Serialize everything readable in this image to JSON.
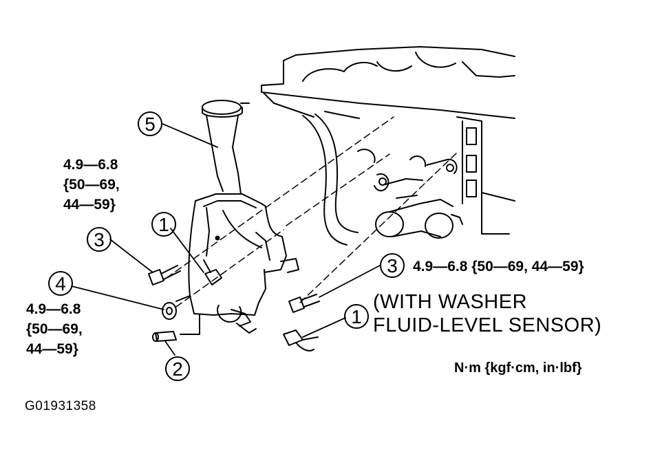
{
  "callouts": {
    "c1": "1",
    "c2": "2",
    "c3": "3",
    "c4": "4",
    "c5": "5"
  },
  "torque_upper_left": {
    "line1": "4.9—6.8",
    "line2": "{50—69,",
    "line3": "44—59}"
  },
  "torque_lower_left": {
    "line1": "4.9—6.8",
    "line2": "{50—69,",
    "line3": "44—59}"
  },
  "torque_right": "4.9—6.8 {50—69, 44—59}",
  "sensor_note": {
    "line1": "(WITH WASHER",
    "line2": "FLUID-LEVEL SENSOR)"
  },
  "units": "N·m {kgf·cm, in·lbf}",
  "figure_code": "G01931358",
  "colors": {
    "ink": "#000000",
    "paper": "#ffffff"
  }
}
